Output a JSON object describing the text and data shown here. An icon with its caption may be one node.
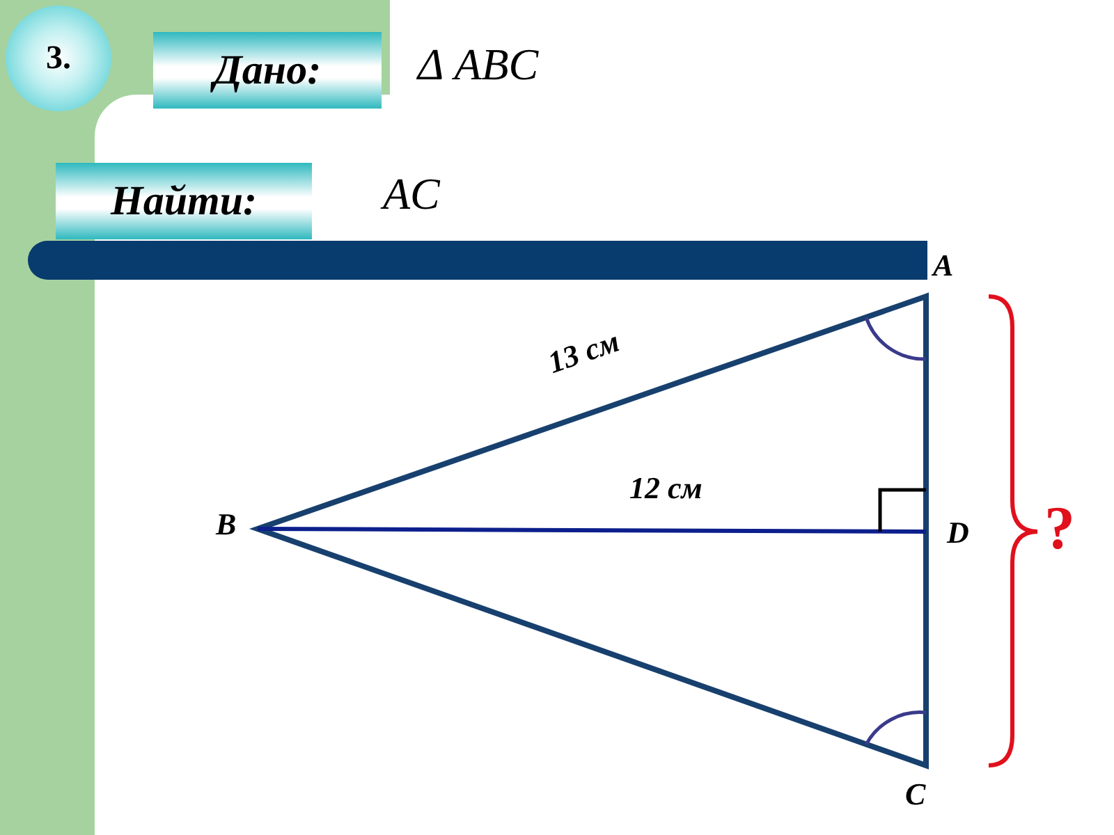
{
  "diagram": {
    "nodes": [
      {
        "text": [
          "3."
        ]
      },
      {
        "text": [
          "Дано:"
        ]
      },
      {
        "text": [
          "Найти:"
        ]
      }
    ],
    "labels": [
      "Δ ABC",
      "AC",
      "A",
      "13 см",
      "12 см",
      "B",
      "D",
      "?",
      "C"
    ]
  }
}
